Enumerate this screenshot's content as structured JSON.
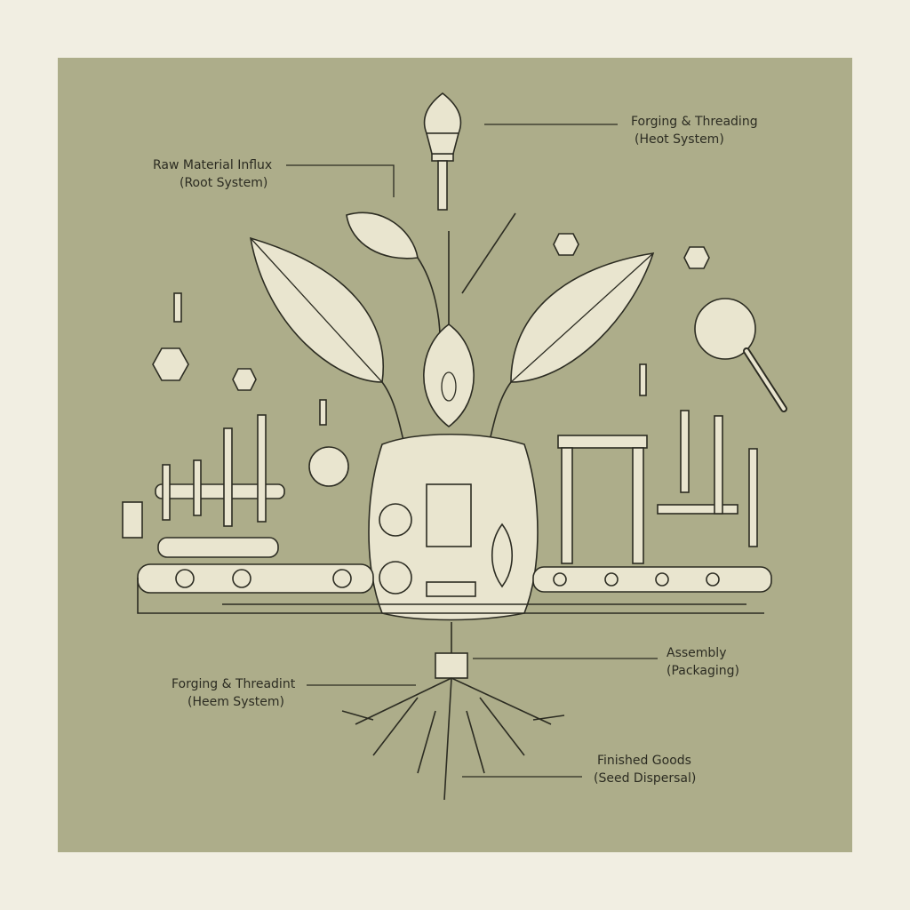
{
  "labels": {
    "raw_material": {
      "title": "Raw Material Influx",
      "sub": "(Root System)"
    },
    "forging_top": {
      "title": "Forging & Threading",
      "sub": "(Heot System)"
    },
    "forging_bottom": {
      "title": "Forging & Threadint",
      "sub": "(Heem System)"
    },
    "assembly": {
      "title": "Assembly",
      "sub": "(Packaging)"
    },
    "finished": {
      "title": "Finished Goods",
      "sub": "(Seed Dispersal)"
    }
  },
  "colors": {
    "page": "#f1eee2",
    "panel": "#adad8a",
    "ink": "#2c2c22",
    "fill": "#e9e5cf"
  }
}
